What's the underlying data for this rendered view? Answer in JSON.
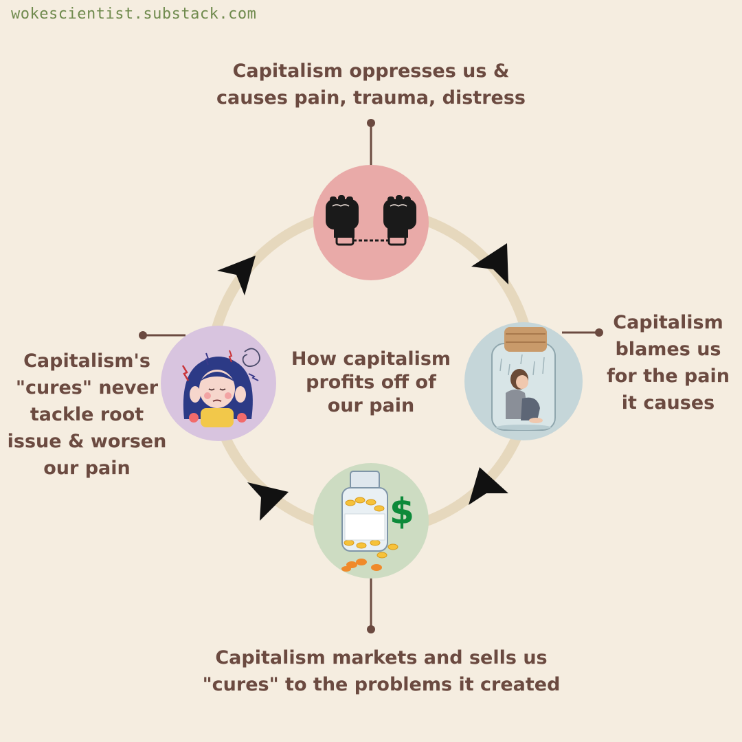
{
  "site_url": "wokescientist.substack.com",
  "center_text": "How capitalism\nprofits off of\nour pain",
  "steps": [
    {
      "text": "Capitalism oppresses us &\ncauses pain, trauma, distress",
      "icon": "handcuffed-fists-icon",
      "circle_color": "#e9aaa8"
    },
    {
      "text": "Capitalism\nblames us\nfor the pain\nit causes",
      "icon": "person-in-jar-icon",
      "circle_color": "#c5d6d9"
    },
    {
      "text": "Capitalism markets and sells us\n\"cures\" to the problems it created",
      "icon": "pill-bottle-dollar-icon",
      "circle_color": "#cddcc2"
    },
    {
      "text": "Capitalism's\n\"cures\" never\ntackle root\nissue & worsen\nour pain",
      "icon": "distressed-woman-icon",
      "circle_color": "#d8c4df"
    }
  ],
  "colors": {
    "background": "#f5ede0",
    "ring": "#e6d8bd",
    "text": "#6b4a40",
    "arrow": "#111111",
    "site": "#6f8a4d"
  }
}
